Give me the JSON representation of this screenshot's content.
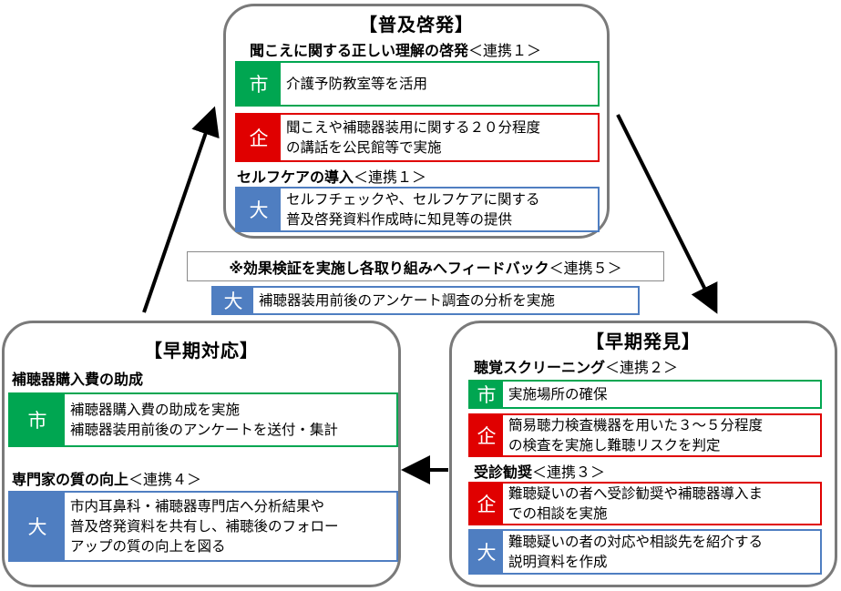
{
  "awareness": {
    "title": "【普及啓発】",
    "heading1": {
      "text": "聞こえに関する正しい理解の啓発",
      "tag": "＜連携１＞"
    },
    "item_city": {
      "badge": "市",
      "lines": [
        "介護予防教室等を活用"
      ]
    },
    "item_company": {
      "badge": "企",
      "lines": [
        "聞こえや補聴器装用に関する２０分程度",
        "の講話を公民館等で実施"
      ]
    },
    "heading2": {
      "text": "セルフケアの導入",
      "tag": "＜連携１＞"
    },
    "item_univ": {
      "badge": "大",
      "lines": [
        "セルフチェックや、セルフケアに関する",
        "普及啓発資料作成時に知見等の提供"
      ]
    }
  },
  "feedback": {
    "text": "※効果検証を実施し各取り組みへフィードバック",
    "tag": "＜連携５＞",
    "item_univ": {
      "badge": "大",
      "lines": [
        "補聴器装用前後のアンケート調査の分析を実施"
      ]
    }
  },
  "early_response": {
    "title": "【早期対応】",
    "heading1": {
      "text": "補聴器購入費の助成",
      "tag": ""
    },
    "item_city": {
      "badge": "市",
      "lines": [
        "補聴器購入費の助成を実施",
        "補聴器装用前後のアンケートを送付・集計"
      ]
    },
    "heading2": {
      "text": "専門家の質の向上",
      "tag": "＜連携４＞"
    },
    "item_univ": {
      "badge": "大",
      "lines": [
        "市内耳鼻科・補聴器専門店へ分析結果や",
        "普及啓発資料を共有し、補聴後のフォロー",
        "アップの質の向上を図る"
      ]
    }
  },
  "early_detection": {
    "title": "【早期発見】",
    "heading1": {
      "text": "聴覚スクリーニング",
      "tag": "＜連携２＞"
    },
    "item_city": {
      "badge": "市",
      "lines": [
        "実施場所の確保"
      ]
    },
    "item_company": {
      "badge": "企",
      "lines": [
        "簡易聴力検査機器を用いた３～５分程度",
        "の検査を実施し難聴リスクを判定"
      ]
    },
    "heading2": {
      "text": "受診勧奨",
      "tag": "＜連携３＞"
    },
    "item_company2": {
      "badge": "企",
      "lines": [
        "難聴疑いの者へ受診勧奨や補聴器導入ま",
        "での相談を実施"
      ]
    },
    "item_univ": {
      "badge": "大",
      "lines": [
        "難聴疑いの者の対応や相談先を紹介する",
        "説明資料を作成"
      ]
    }
  },
  "colors": {
    "city": "#00a651",
    "company": "#e00000",
    "university": "#4f7ec1",
    "border": "#7a7a7a"
  }
}
